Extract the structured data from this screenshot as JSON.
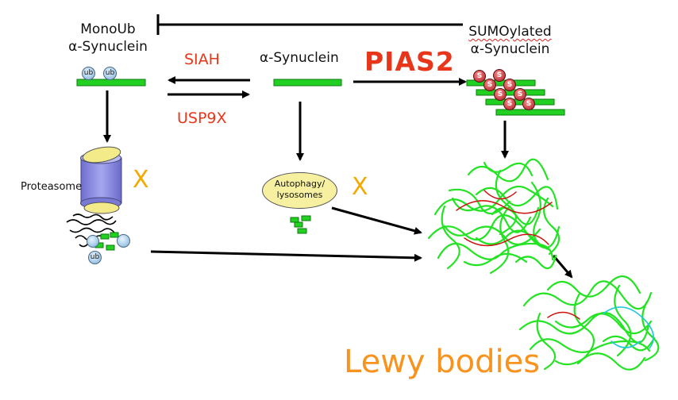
{
  "labels": {
    "monoub_line1": "MonoUb",
    "monoub_line2": "α-Synuclein",
    "siah": "SIAH",
    "usp9x": "USP9X",
    "asyn": "α-Synuclein",
    "pias2": "PIAS2",
    "sumo_line1": "SUMOylated",
    "sumo_line2": "α-Synuclein",
    "proteasome": "Proteasome",
    "autophagy_line1": "Autophagy/",
    "autophagy_line2": "lysosomes",
    "x_mark_1": "X",
    "x_mark_2": "X",
    "lewy_bodies": "Lewy bodies",
    "ub_1": "ub",
    "ub_2": "ub",
    "ub_3": "ub",
    "sumo_bead": "S"
  },
  "colors": {
    "red_enzyme": "#e8361a",
    "orange_x": "#f2a900",
    "lewy_text": "#f7931e",
    "synuclein_bar": "#22d022",
    "sumo_bead": "#d0303a",
    "proteasome_body": "#8e8ee0",
    "proteasome_cap": "#f3ea8a",
    "autophagy_fill": "#f6f0a0",
    "ub_bead": "#a8cde8",
    "aggregate_green": "#23e323",
    "aggregate_red": "#cc1111",
    "aggregate_cyan": "#20c8d8"
  },
  "icons": [
    "inhibition-arrow",
    "proteasome-cylinder",
    "ubiquitin-bead",
    "sumo-bead",
    "autophagosome-ellipse",
    "fibril-aggregate"
  ]
}
